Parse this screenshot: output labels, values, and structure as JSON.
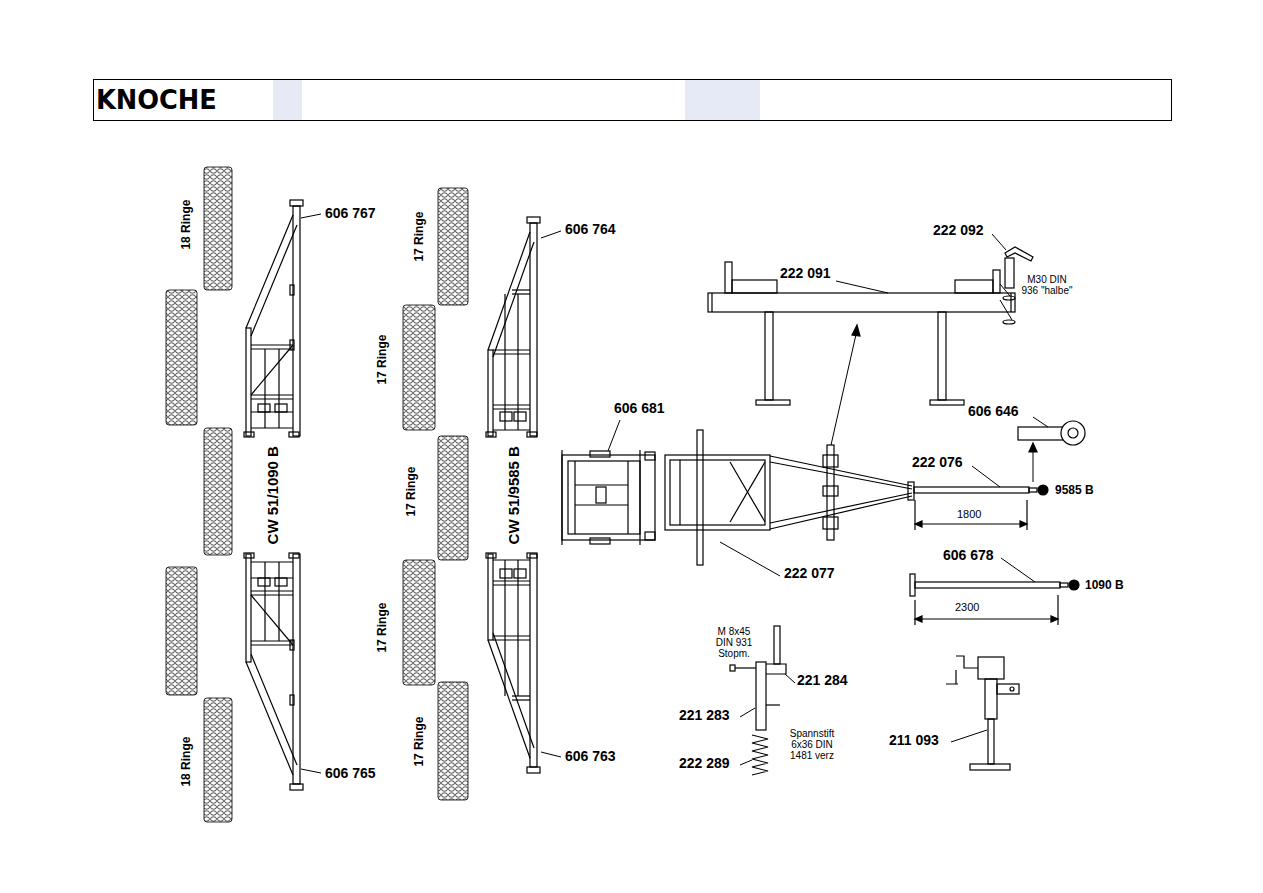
{
  "diagram": {
    "nodes": [
      {
        "text": [
          "KNOCHE"
        ]
      }
    ],
    "labels": [
      "18 Ringe",
      "18 Ringe",
      "17 Ringe",
      "17 Ringe",
      "17 Ringe",
      "17 Ringe",
      "17 Ringe",
      "CW 51/1090 B",
      "CW 51/9585 B",
      "606 767",
      "606 765",
      "606 764",
      "606 763",
      "606 681",
      "222 091",
      "222 092",
      "M30 DIN 936 \"halbe\"",
      "606 646",
      "222 076",
      "1800",
      "9585 B",
      "222 077",
      "606 678",
      "2300",
      "1090 B",
      "M 8x45 DIN 931 Stopm.",
      "221 284",
      "221 283",
      "Spannstift 6x36 DIN 1481 verz",
      "222 289",
      "211 093"
    ]
  }
}
